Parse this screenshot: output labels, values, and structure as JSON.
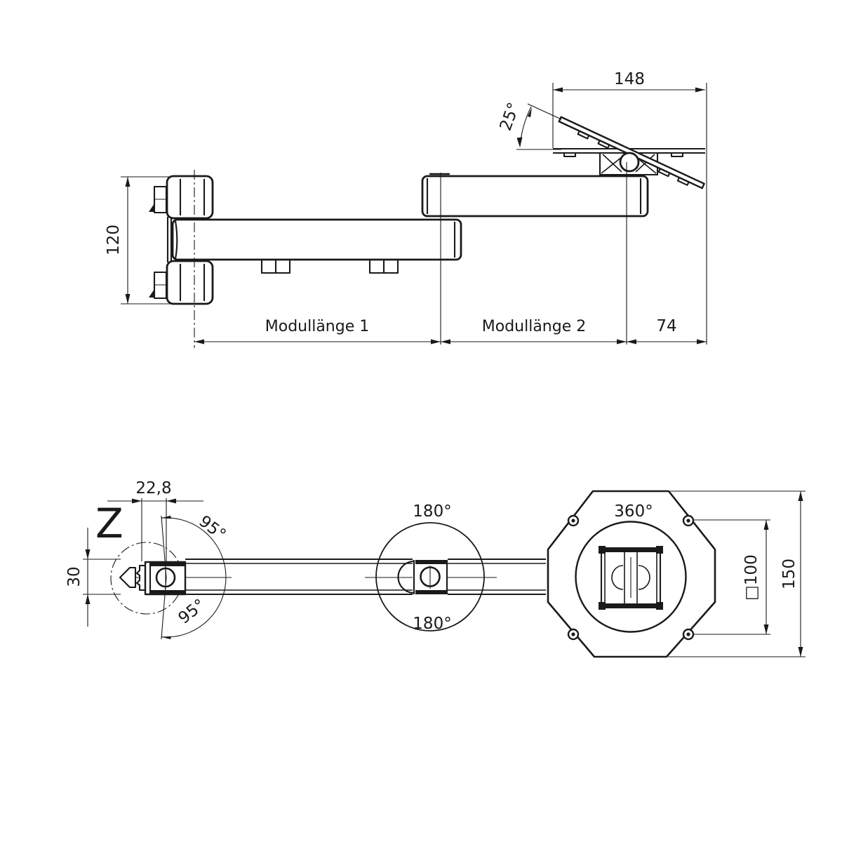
{
  "colors": {
    "background": "#ffffff",
    "line": "#1a1a1a"
  },
  "side_view": {
    "plate_length": "148",
    "tilt_angle": "25°",
    "mount_height": "120",
    "module1": "Modullänge 1",
    "module2": "Modullänge 2",
    "hinge_offset": "74"
  },
  "plan_view": {
    "detail_marker": "Z",
    "pivot_offset": "22,8",
    "swivel_wall_upper": "95°",
    "swivel_wall_lower": "95°",
    "arm_width": "30",
    "swivel_mid_upper": "180°",
    "swivel_mid_lower": "180°",
    "plate_rotation": "360°",
    "vesa_square": "□100",
    "plate_height": "150"
  }
}
